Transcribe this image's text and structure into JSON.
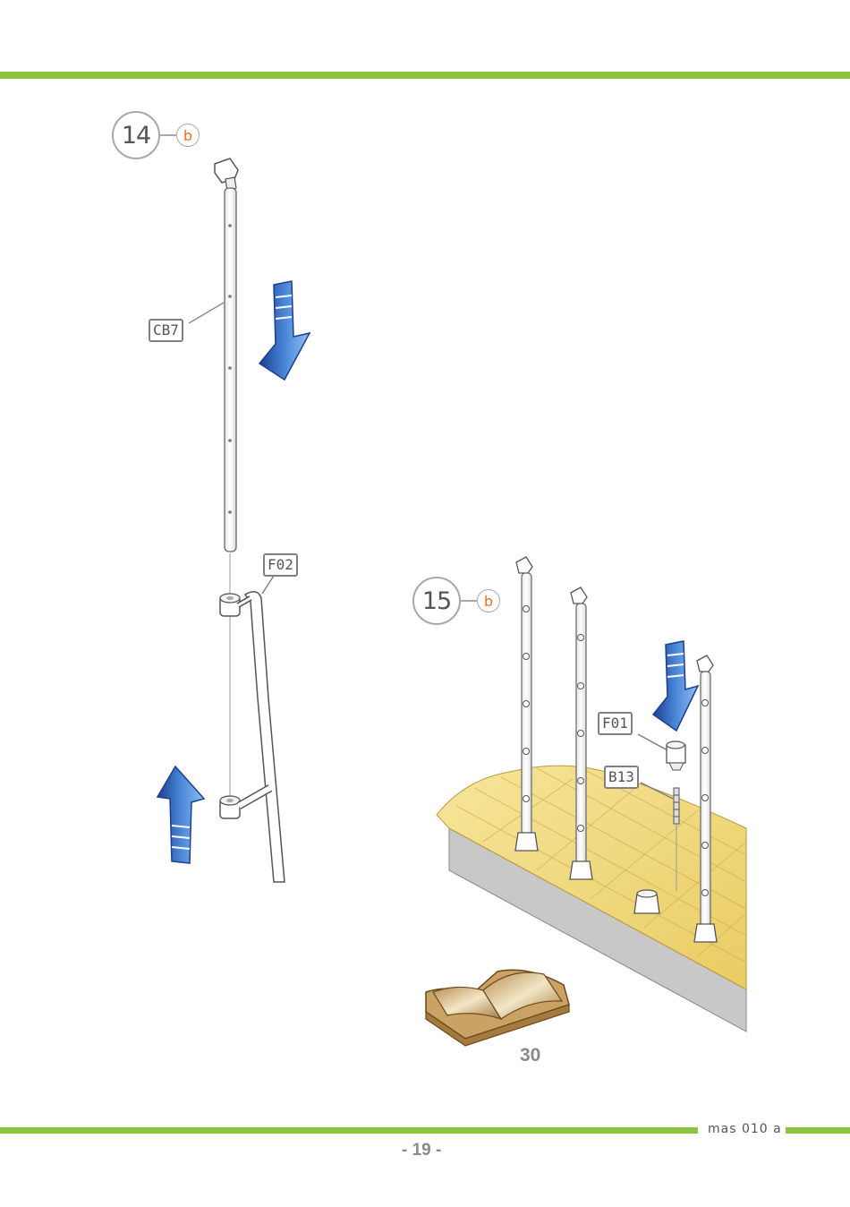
{
  "step14": {
    "number": "14",
    "sub": "b",
    "parts": {
      "rod": "CB7",
      "bracket": "F02"
    }
  },
  "step15": {
    "number": "15",
    "sub": "b",
    "parts": {
      "cap": "F01",
      "screw": "B13"
    }
  },
  "reference": {
    "page": "30"
  },
  "footer": {
    "code": "mas 010 a",
    "page": "- 19 -"
  },
  "colors": {
    "accent": "#8cc63f",
    "sub_label": "#e8731f",
    "arrow": "#2e5fb0"
  },
  "icons": [
    "arrow-down-icon",
    "arrow-up-icon",
    "open-book-icon"
  ]
}
